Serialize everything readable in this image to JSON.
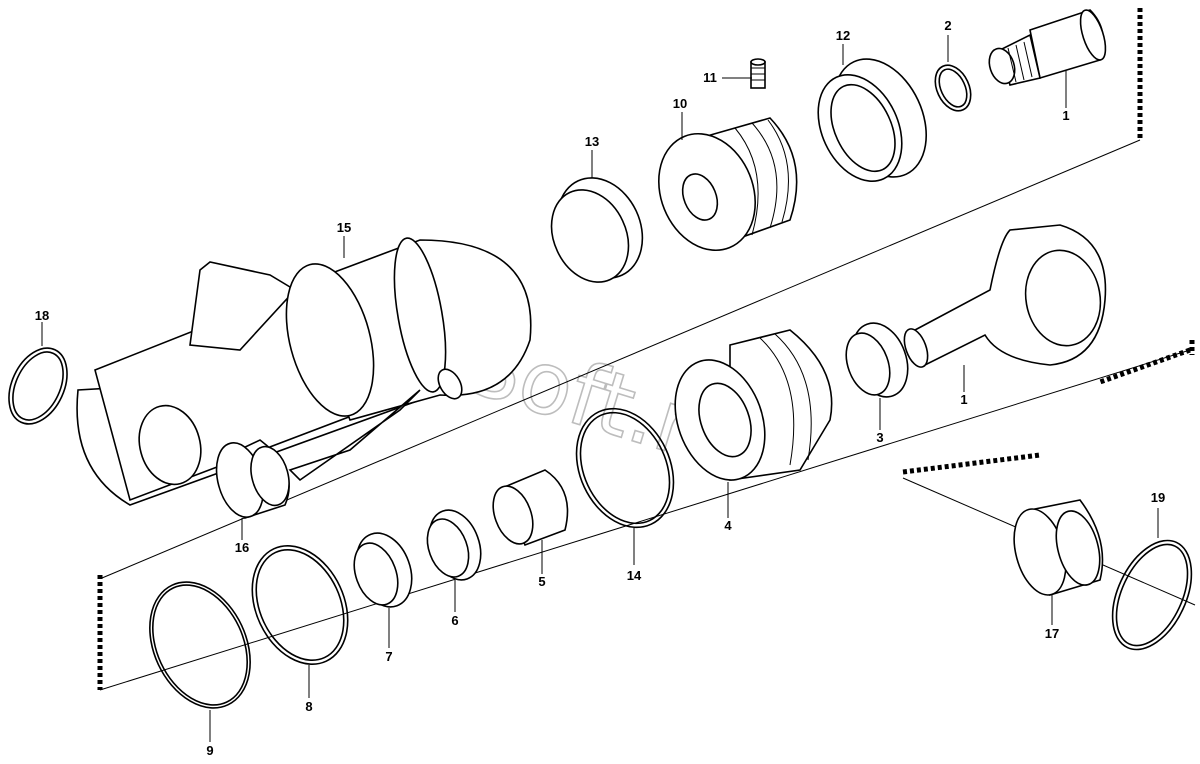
{
  "watermark": "AutoSoft.ru",
  "callouts": {
    "c1a": "1",
    "c1b": "1",
    "c2": "2",
    "c3": "3",
    "c4": "4",
    "c5": "5",
    "c6": "6",
    "c7": "7",
    "c8": "8",
    "c9": "9",
    "c10": "10",
    "c11": "11",
    "c12": "12",
    "c13": "13",
    "c14": "14",
    "c15": "15",
    "c16": "16",
    "c17": "17",
    "c18": "18",
    "c19": "19"
  }
}
